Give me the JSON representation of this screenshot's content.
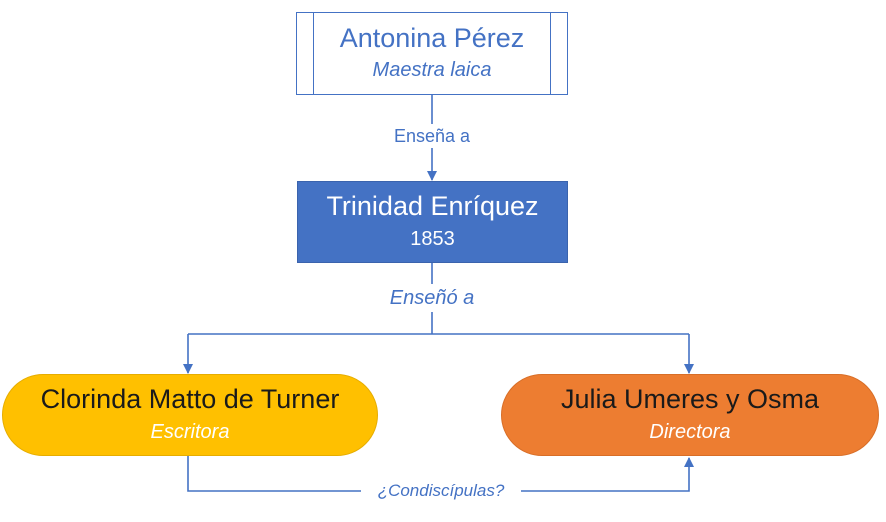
{
  "nodes": {
    "antonina": {
      "name": "Antonina Pérez",
      "role": "Maestra laica"
    },
    "trinidad": {
      "name": "Trinidad Enríquez",
      "year": "1853"
    },
    "clorinda": {
      "name": "Clorinda Matto de Turner",
      "role": "Escritora"
    },
    "julia": {
      "name": "Julia Umeres y Osma",
      "role": "Directora"
    }
  },
  "edges": {
    "antonina_to_trinidad": "Enseña a",
    "trinidad_to_students": "Enseñó a",
    "clorinda_to_julia": "¿Condiscípulas?"
  },
  "colors": {
    "blue": "#4472C4",
    "gold": "#FFC000",
    "orange": "#ED7D31",
    "white": "#FFFFFF"
  }
}
